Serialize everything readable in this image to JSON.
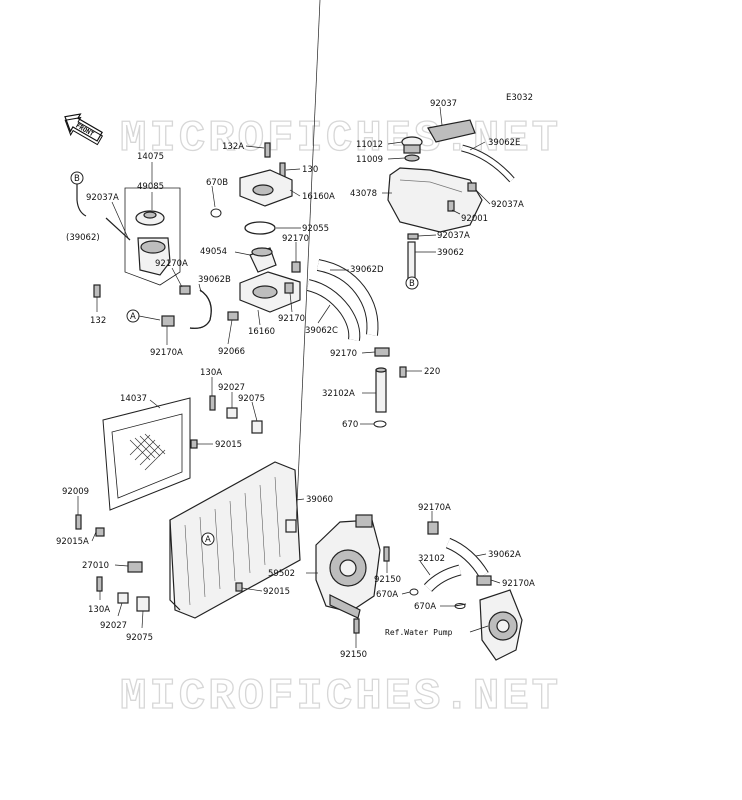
{
  "diagram": {
    "code": "E3032",
    "front_label": "FRONT",
    "watermark": "MICROFICHES.NET",
    "ref_note": "Ref.Water Pump",
    "callouts": {
      "a1": "A",
      "a2": "A",
      "b1": "B",
      "b2": "B"
    },
    "labels": {
      "l92037": "92037",
      "l11012": "11012",
      "l11009": "11009",
      "l43078": "43078",
      "l39062E": "39062E",
      "l92037A_r": "92037A",
      "l92001": "92001",
      "l92037A_r2": "92037A",
      "l39062_r": "39062",
      "l132A_top": "132A",
      "l130_top": "130",
      "l16160A": "16160A",
      "l670B": "670B",
      "l14075": "14075",
      "l49085": "49085",
      "l92037A_l": "92037A",
      "l39062_paren": "(39062)",
      "l92055": "92055",
      "l49054": "49054",
      "l92170_a": "92170",
      "l39062D": "39062D",
      "l92170A_l": "92170A",
      "l39062B": "39062B",
      "l132": "132",
      "l16160": "16160",
      "l92170_b": "92170",
      "l39062C": "39062C",
      "l92170A_b": "92170A",
      "l92066": "92066",
      "l92170_c": "92170",
      "l220": "220",
      "l32102A": "32102A",
      "l670": "670",
      "l130A_top": "130A",
      "l14037": "14037",
      "l92027_top": "92027",
      "l92075_top": "92075",
      "l92015_top": "92015",
      "l39060": "39060",
      "l92009": "92009",
      "l92015A": "92015A",
      "l27010": "27010",
      "l130A_bot": "130A",
      "l92027_bot": "92027",
      "l92075_bot": "92075",
      "l92015_bot": "92015",
      "l92170A_r": "92170A",
      "l39062A": "39062A",
      "l32102": "32102",
      "l92170A_r2": "92170A",
      "l59502": "59502",
      "l92150_a": "92150",
      "l670A_a": "670A",
      "l670A_b": "670A",
      "l92150_b": "92150"
    }
  }
}
